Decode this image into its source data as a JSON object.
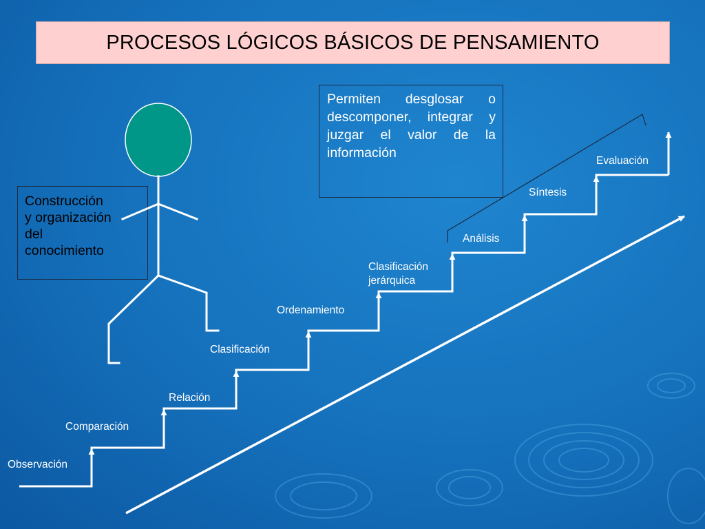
{
  "title": "PROCESOS LÓGICOS BÁSICOS DE PENSAMIENTO",
  "description": "Permiten desglosar o descomponer, integrar y juzgar el valor de la información",
  "construction_label": "Construcción\ny organización\ndel\nconocimiento",
  "steps": [
    {
      "label": "Observación"
    },
    {
      "label": "Comparación"
    },
    {
      "label": "Relación"
    },
    {
      "label": "Clasificación"
    },
    {
      "label": "Ordenamiento"
    },
    {
      "label": "Clasificación jerárquica"
    },
    {
      "label": "Análisis"
    },
    {
      "label": "Síntesis"
    },
    {
      "label": "Evaluación"
    }
  ],
  "colors": {
    "title_background": "#ffd0d0",
    "head_fill": "#009688",
    "line_color": "#ffffff"
  }
}
